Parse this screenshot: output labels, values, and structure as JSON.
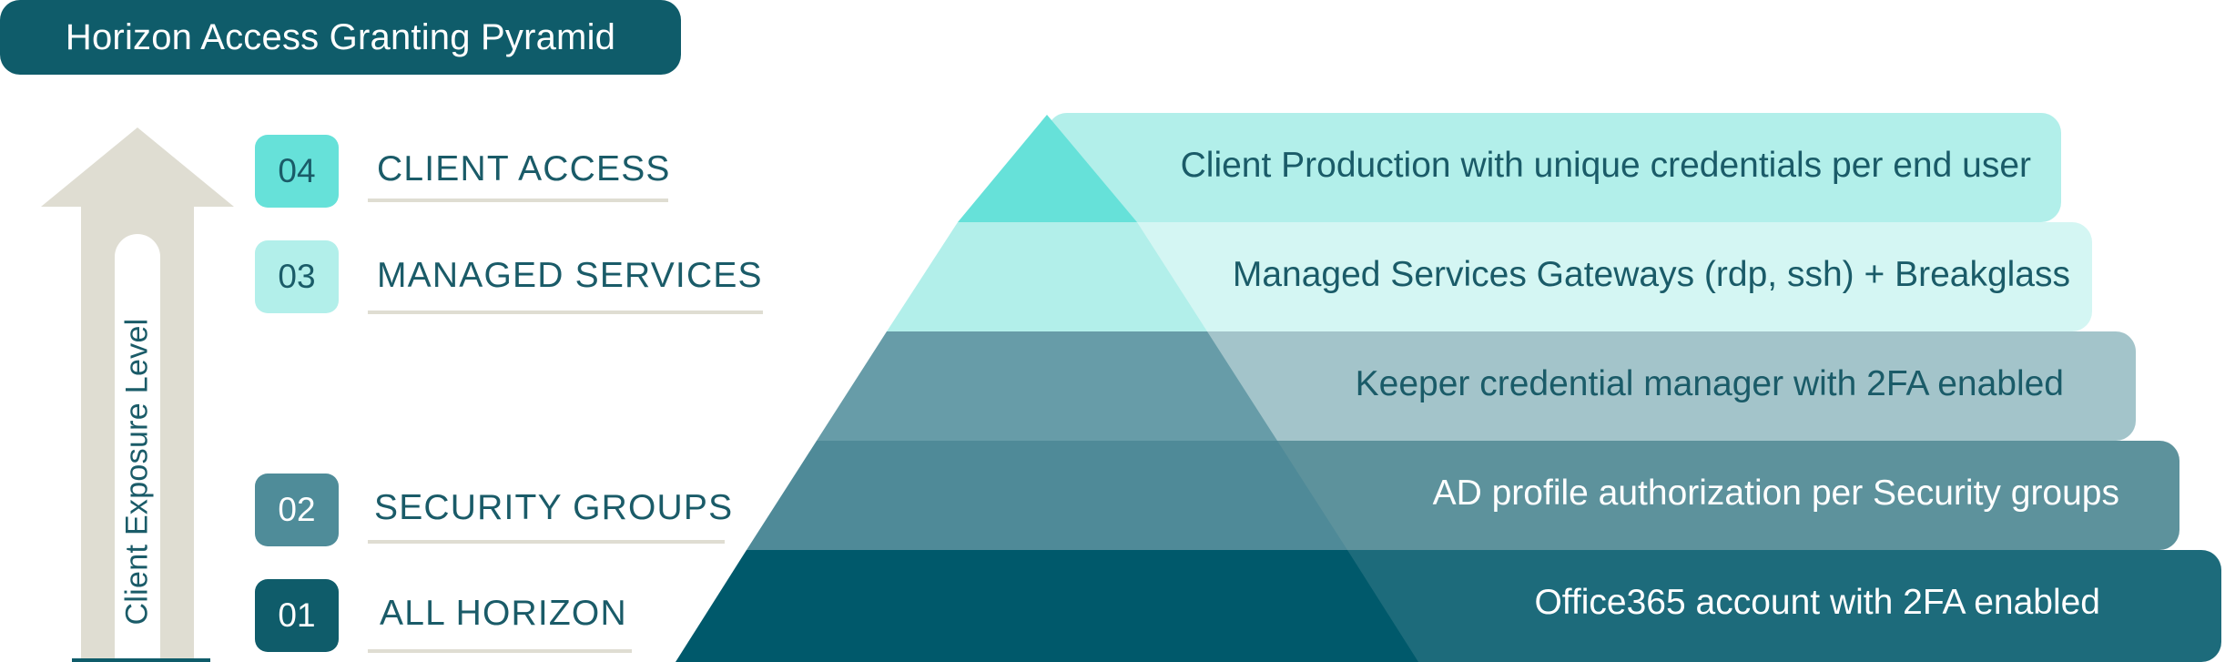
{
  "header": {
    "title": "Horizon Access Granting Pyramid"
  },
  "axis": {
    "label": "Client Exposure Level"
  },
  "levels": [
    {
      "number": "04",
      "title": "CLIENT ACCESS"
    },
    {
      "number": "03",
      "title": "MANAGED SERVICES"
    },
    {
      "number": "02",
      "title": "SECURITY GROUPS"
    },
    {
      "number": "01",
      "title": "ALL HORIZON"
    }
  ],
  "layers": [
    {
      "text": "Client Production with unique credentials per end user"
    },
    {
      "text": "Managed Services Gateways (rdp, ssh) + Breakglass"
    },
    {
      "text": "Keeper credential manager with 2FA enabled"
    },
    {
      "text": "AD profile authorization per Security groups"
    },
    {
      "text": "Office365 account with 2FA enabled"
    }
  ],
  "colors": {
    "dark_teal": "#0f5c6a",
    "teal": "#4f8c99",
    "mid_teal": "#679da8",
    "light_aqua": "#b2efea",
    "aqua": "#66e1d9",
    "beige": "#dfddd2"
  }
}
